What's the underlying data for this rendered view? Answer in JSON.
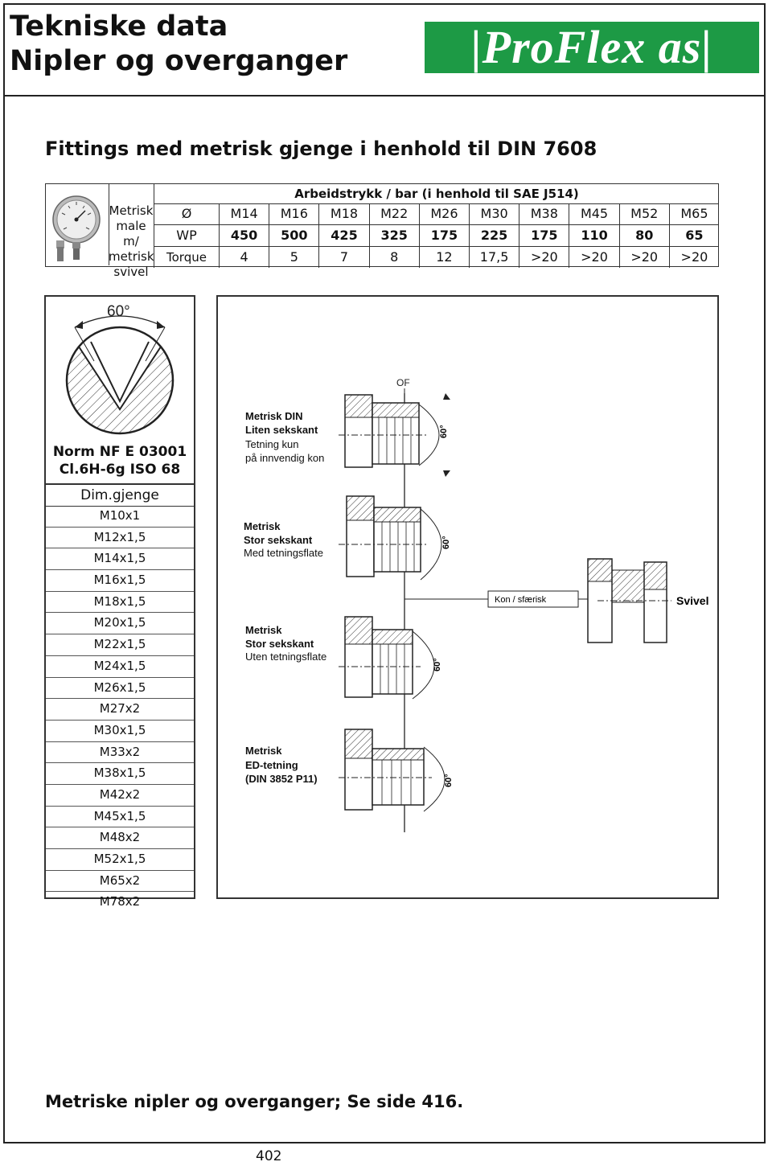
{
  "header": {
    "title_line1": "Tekniske data",
    "title_line2": "Nipler og overganger",
    "logo_text": "|ProFlex as|"
  },
  "section_title": "Fittings med metrisk gjenge i henhold til DIN 7608",
  "pressure_table": {
    "caption": "Arbeidstrykk / bar (i henhold til SAE J514)",
    "row_group_label": [
      "Metrisk",
      "male m/",
      "metrisk",
      "svivel"
    ],
    "rows": [
      {
        "label": "Ø",
        "values": [
          "M14",
          "M16",
          "M18",
          "M22",
          "M26",
          "M30",
          "M38",
          "M45",
          "M52",
          "M65"
        ]
      },
      {
        "label": "WP",
        "values": [
          "450",
          "500",
          "425",
          "325",
          "175",
          "225",
          "175",
          "110",
          "80",
          "65"
        ]
      },
      {
        "label": "Torque",
        "values": [
          "4",
          "5",
          "7",
          "8",
          "12",
          "17,5",
          ">20",
          ">20",
          ">20",
          ">20"
        ]
      }
    ]
  },
  "thread_panel": {
    "angle_label": "60°",
    "norm_line1": "Norm NF E 03001",
    "norm_line2": "Cl.6H-6g ISO 68",
    "dim_header": "Dim.gjenge",
    "dims": [
      "M10x1",
      "M12x1,5",
      "M14x1,5",
      "M16x1,5",
      "M18x1,5",
      "M20x1,5",
      "M22x1,5",
      "M24x1,5",
      "M26x1,5",
      "M27x2",
      "M30x1,5",
      "M33x2",
      "M38x1,5",
      "M42x2",
      "M45x1,5",
      "M48x2",
      "M52x1,5",
      "M65x2",
      "M78x2"
    ]
  },
  "fittings_diagram": {
    "of_label": "OF",
    "cone_label": "Kon / sfærisk",
    "swivel_label": "Svivel",
    "angle_label": "60°",
    "variants": [
      {
        "name": "Metrisk DIN",
        "sub": "Liten sekskant",
        "note1": "Tetning kun",
        "note2": "på innvendig kon"
      },
      {
        "name": "Metrisk",
        "sub": "Stor sekskant",
        "note1": "Med tetningsflate",
        "note2": ""
      },
      {
        "name": "Metrisk",
        "sub": "Stor sekskant",
        "note1": "Uten tetningsflate",
        "note2": ""
      },
      {
        "name": "Metrisk",
        "sub": "ED-tetning",
        "note1": "(DIN 3852 P11)",
        "note2": ""
      }
    ]
  },
  "footer_note": "Metriske nipler og overganger; Se side 416.",
  "page_number": "402",
  "colors": {
    "brand_green": "#1d9a45",
    "rule": "#222222"
  }
}
